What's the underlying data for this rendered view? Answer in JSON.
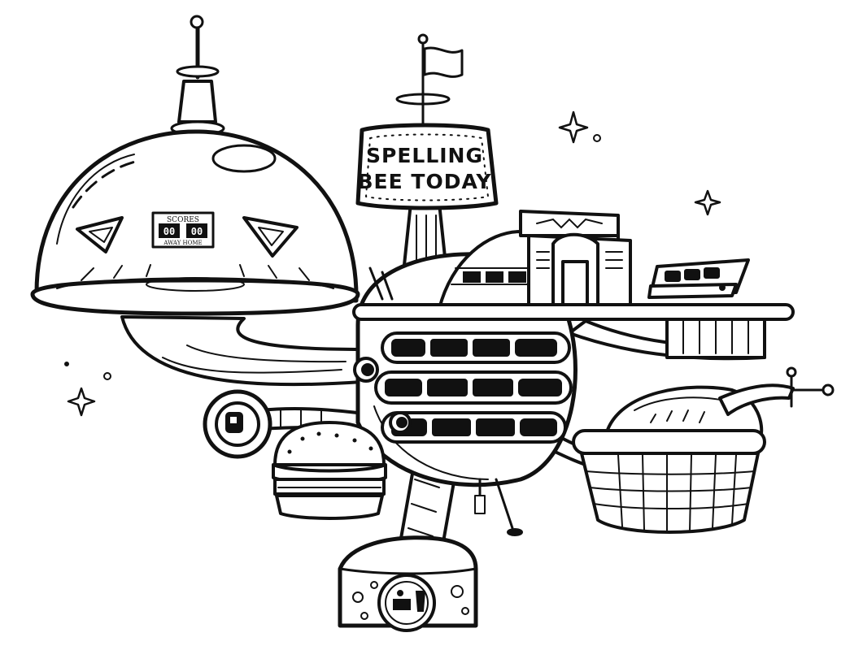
{
  "sign": {
    "line1": "SPELLING",
    "line2": "BEE TODAY"
  },
  "scoreboard": {
    "title": "SCORES",
    "away_digits": "00",
    "home_digits": "00",
    "footer": "AWAY HOME"
  },
  "colors": {
    "ink": "#111111",
    "paper": "#ffffff"
  }
}
